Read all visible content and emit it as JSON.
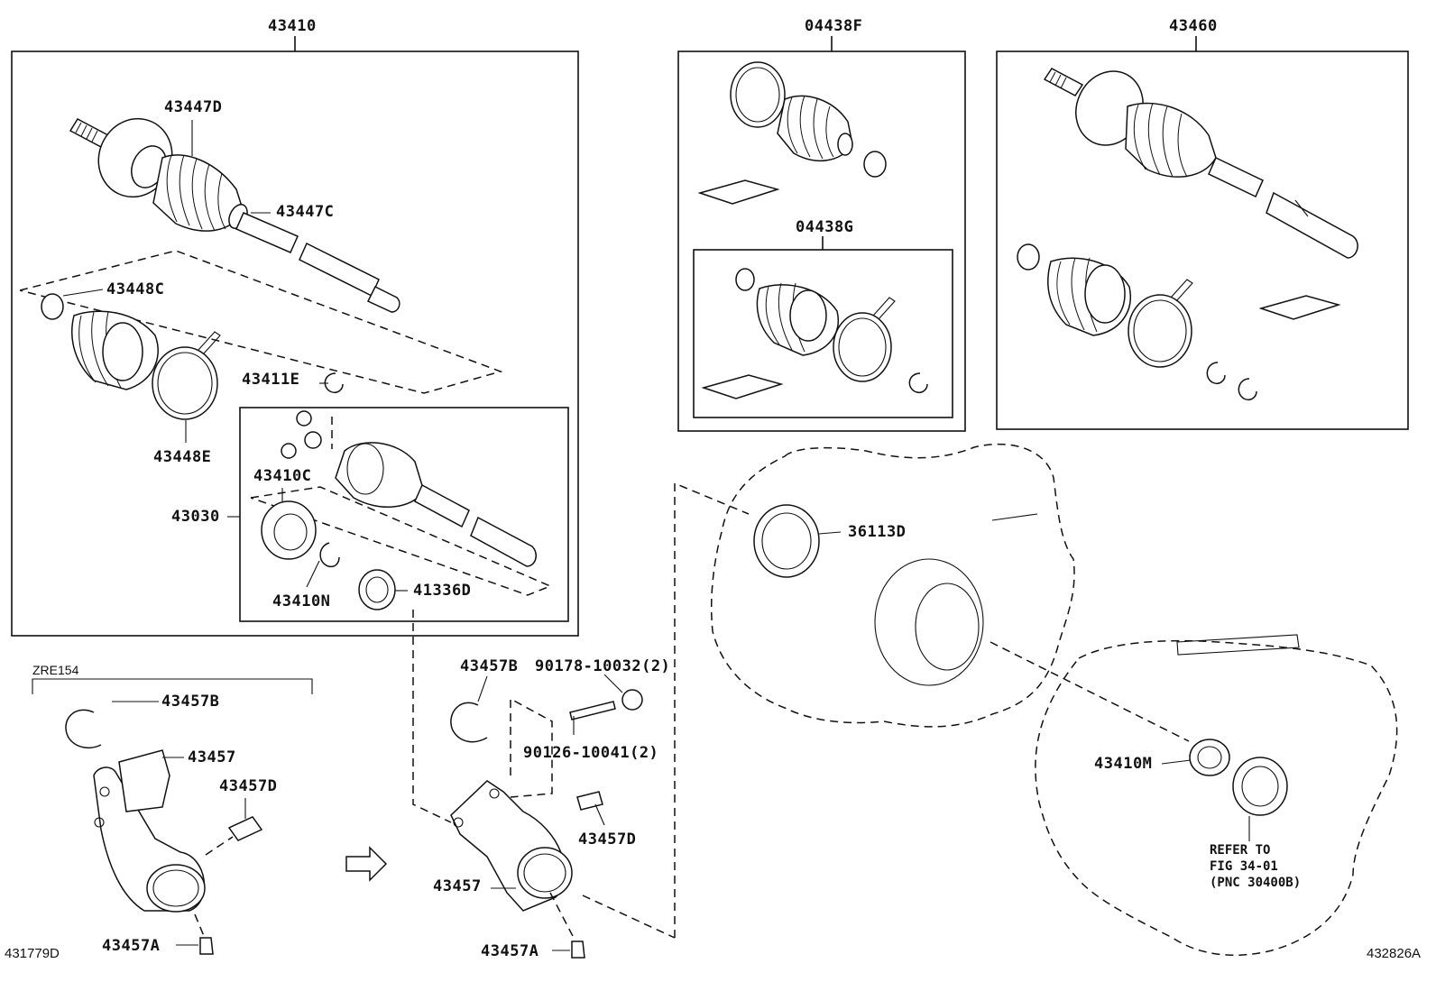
{
  "labels": {
    "g43410": "43410",
    "g04438F": "04438F",
    "g43460": "43460",
    "g04438G": "04438G",
    "p43447D": "43447D",
    "p43447C": "43447C",
    "p43448C": "43448C",
    "p43448E": "43448E",
    "p43411E": "43411E",
    "p43410C": "43410C",
    "p43030": "43030",
    "p43410N": "43410N",
    "p41336D": "41336D",
    "p36113D": "36113D",
    "p43457B_left": "43457B",
    "p43457_left": "43457",
    "p43457D_left": "43457D",
    "p43457A_left": "43457A",
    "p43457B_mid": "43457B",
    "p90178": "90178-10032(2)",
    "p90126": "90126-10041(2)",
    "p43457D_mid": "43457D",
    "p43457_mid": "43457",
    "p43457A_mid": "43457A",
    "p43410M": "43410M"
  },
  "variant": "ZRE154",
  "reference_note": [
    "REFER TO",
    "FIG 34-01",
    "(PNC 30400B)"
  ],
  "figure_ids": {
    "left": "431779D",
    "right": "432826A"
  }
}
